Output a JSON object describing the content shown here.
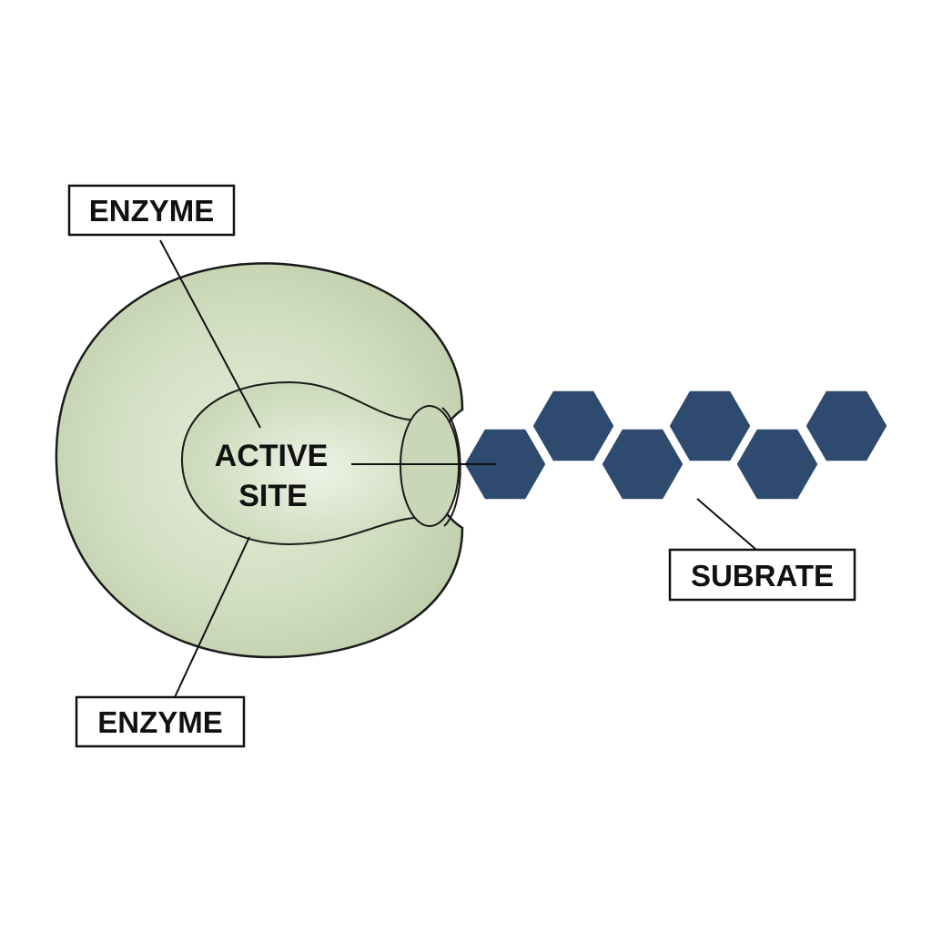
{
  "labels": {
    "enzyme_top": "ENZYME",
    "active_site_line1": "ACTIVE",
    "active_site_line2": "SITE",
    "enzyme_bottom": "ENZYME",
    "substrate": "SUBRATE"
  },
  "colors": {
    "enzyme_fill": "#d4e0c6",
    "enzyme_stroke": "#1a1a1a",
    "active_site_fill": "#cbd9bb",
    "substrate_fill": "#2e4a6e",
    "label_border": "#111111",
    "background": "#ffffff"
  },
  "substrate": {
    "units": 6,
    "shape": "hexagon"
  }
}
